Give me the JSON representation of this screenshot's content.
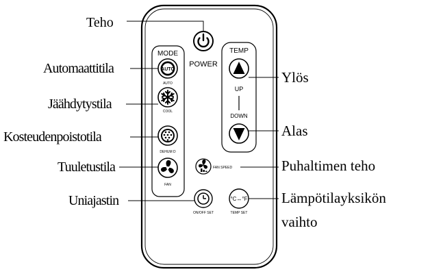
{
  "callouts": {
    "teho": "Teho",
    "automaattitila": "Automaattitila",
    "jaahdytystila": "Jäähdytystila",
    "kosteudenpoistotila": "Kosteudenpoistotila",
    "tuuletustila": "Tuuletustila",
    "uniajastin": "Uniajastin",
    "ylos": "Ylös",
    "alas": "Alas",
    "puhaltimen_teho": "Puhaltimen teho",
    "lampotilayksikon_line1": "Lämpötilayksikön",
    "lampotilayksikon_line2": "vaihto"
  },
  "remote": {
    "power_label": "POWER",
    "mode_label": "MODE",
    "temp_label": "TEMP",
    "up_label": "UP",
    "down_label": "DOWN",
    "auto_text": "AUTO",
    "auto_label": "AUTO",
    "cool_label": "COOL",
    "dehum_label": "DEHUM D",
    "fan_label": "FAN",
    "fan_speed_label": "FAN SPEED",
    "onoff_set_label": "ON/OFF SET",
    "temp_set_label": "TEMP SET",
    "unit_toggle_text": "°C↔°F"
  },
  "icons": {
    "power": "power-icon",
    "auto": "auto-icon",
    "cool": "snowflake-icon",
    "dehum": "droplets-icon",
    "fan": "fan-icon",
    "fan_speed": "fan-speed-icon",
    "timer": "clock-icon",
    "unit": "temperature-unit-icon",
    "up": "up-triangle-icon",
    "down": "down-triangle-icon"
  },
  "colors": {
    "ink": "#000000",
    "background": "#ffffff"
  }
}
